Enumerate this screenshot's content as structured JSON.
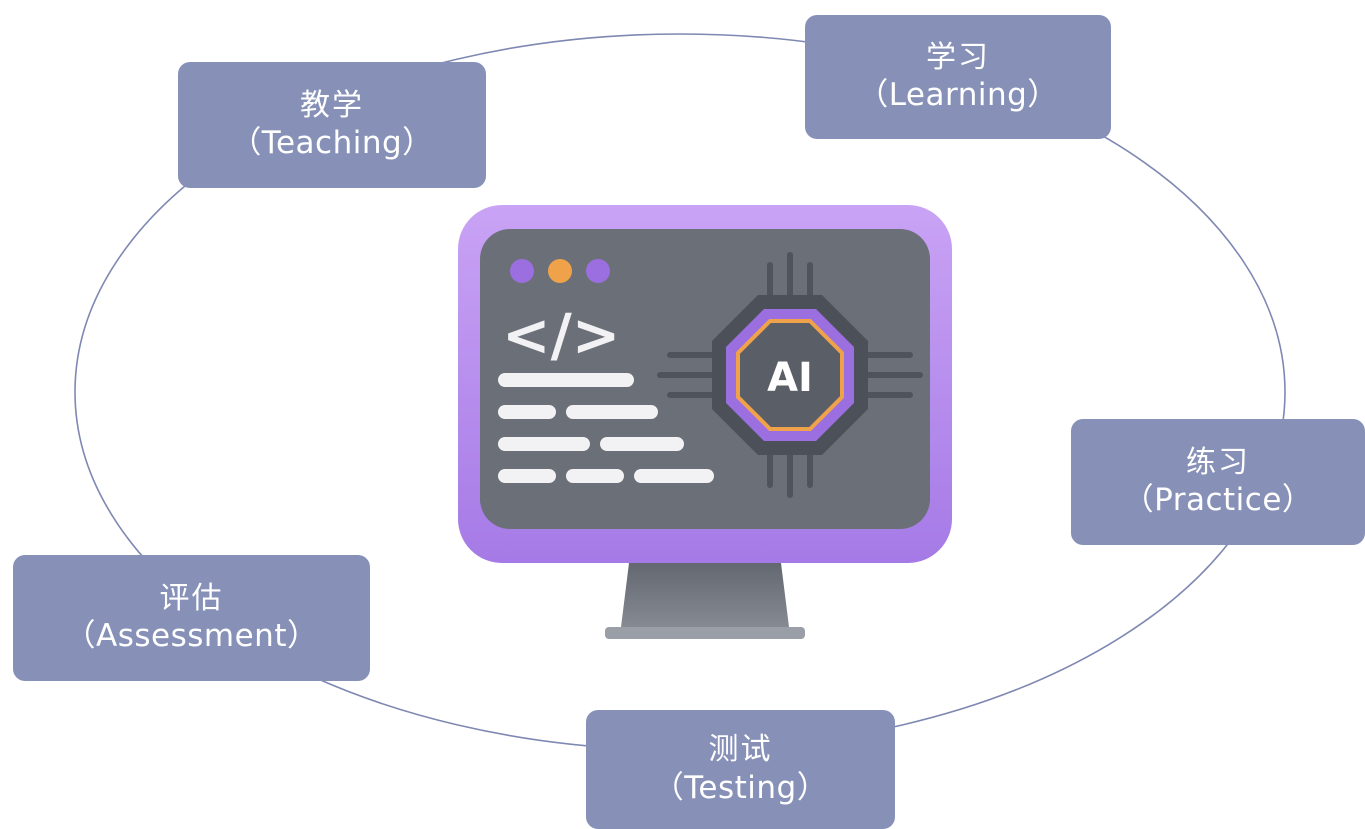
{
  "stages": {
    "teaching": {
      "zh": "教学",
      "en": "（Teaching）"
    },
    "learning": {
      "zh": "学习",
      "en": "（Learning）"
    },
    "practice": {
      "zh": "练习",
      "en": "（Practice）"
    },
    "testing": {
      "zh": "测试",
      "en": "（Testing）"
    },
    "assessment": {
      "zh": "评估",
      "en": "（Assessment）"
    }
  },
  "monitor": {
    "code_glyph": "</>",
    "chip_label": "AI"
  },
  "colors": {
    "box_fill": "#8791b8",
    "box_text": "#ffffff",
    "ring_stroke": "#7e88b2",
    "monitor_frame": "#b88ef0",
    "monitor_screen": "#6b6f78",
    "chip_accent": "#f0a24a"
  }
}
